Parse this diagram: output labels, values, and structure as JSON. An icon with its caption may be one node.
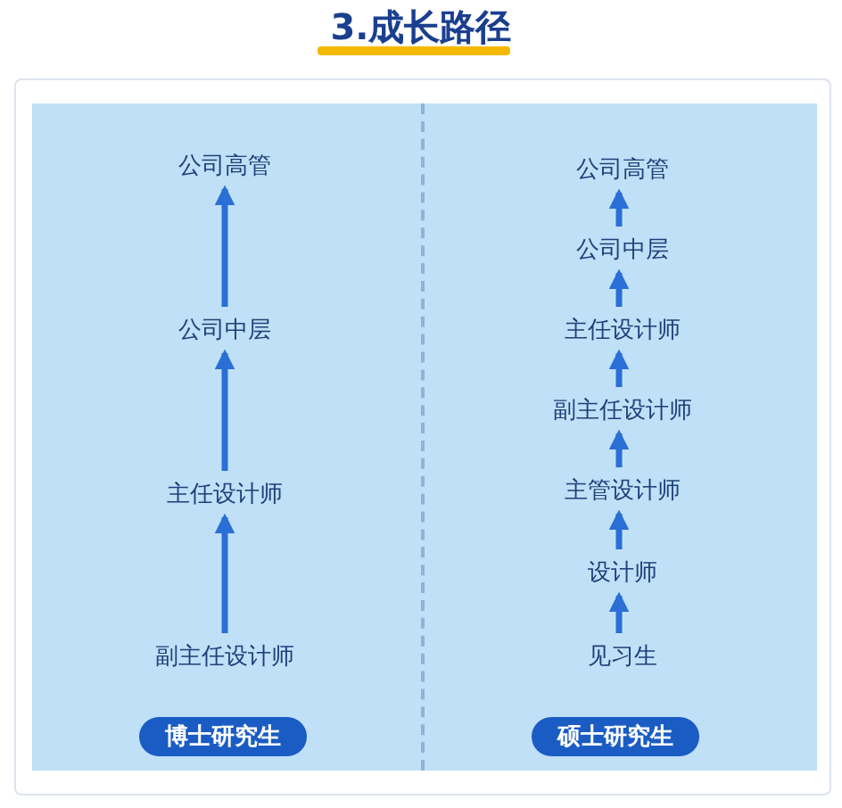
{
  "diagram": {
    "title": "3.成长路径",
    "nodes": [
      {
        "text": [],
        "shape": "box"
      },
      {
        "text": [
          "公司高管"
        ],
        "in": 0
      },
      {
        "text": [
          "公司中层"
        ],
        "in": 0
      },
      {
        "text": [
          "主任设计师"
        ],
        "in": 0
      },
      {
        "text": [
          "副主任设计师"
        ],
        "in": 0
      },
      {
        "text": [
          "博士研究生"
        ],
        "in": 0
      },
      {
        "text": [],
        "shape": "box"
      },
      {
        "text": [
          "公司高管"
        ],
        "in": 6
      },
      {
        "text": [
          "公司中层"
        ],
        "in": 6
      },
      {
        "text": [
          "主任设计师"
        ],
        "in": 6
      },
      {
        "text": [
          "副主任设计师"
        ],
        "in": 6
      },
      {
        "text": [
          "主管设计师"
        ],
        "in": 6
      },
      {
        "text": [
          "设计师"
        ],
        "in": 6
      },
      {
        "text": [
          "见习生"
        ],
        "in": 6
      },
      {
        "text": [
          "硕士研究生"
        ],
        "in": 6
      }
    ],
    "edges": [
      {
        "from": 2,
        "to": 1,
        "arrow": "to"
      },
      {
        "from": 3,
        "to": 2,
        "arrow": "to"
      },
      {
        "from": 4,
        "to": 3,
        "arrow": "to"
      },
      {
        "from": 8,
        "to": 7,
        "arrow": "to"
      },
      {
        "from": 9,
        "to": 8,
        "arrow": "to"
      },
      {
        "from": 10,
        "to": 9,
        "arrow": "to"
      },
      {
        "from": 11,
        "to": 10,
        "arrow": "to"
      },
      {
        "from": 12,
        "to": 11,
        "arrow": "to"
      },
      {
        "from": 13,
        "to": 12,
        "arrow": "to"
      }
    ]
  }
}
